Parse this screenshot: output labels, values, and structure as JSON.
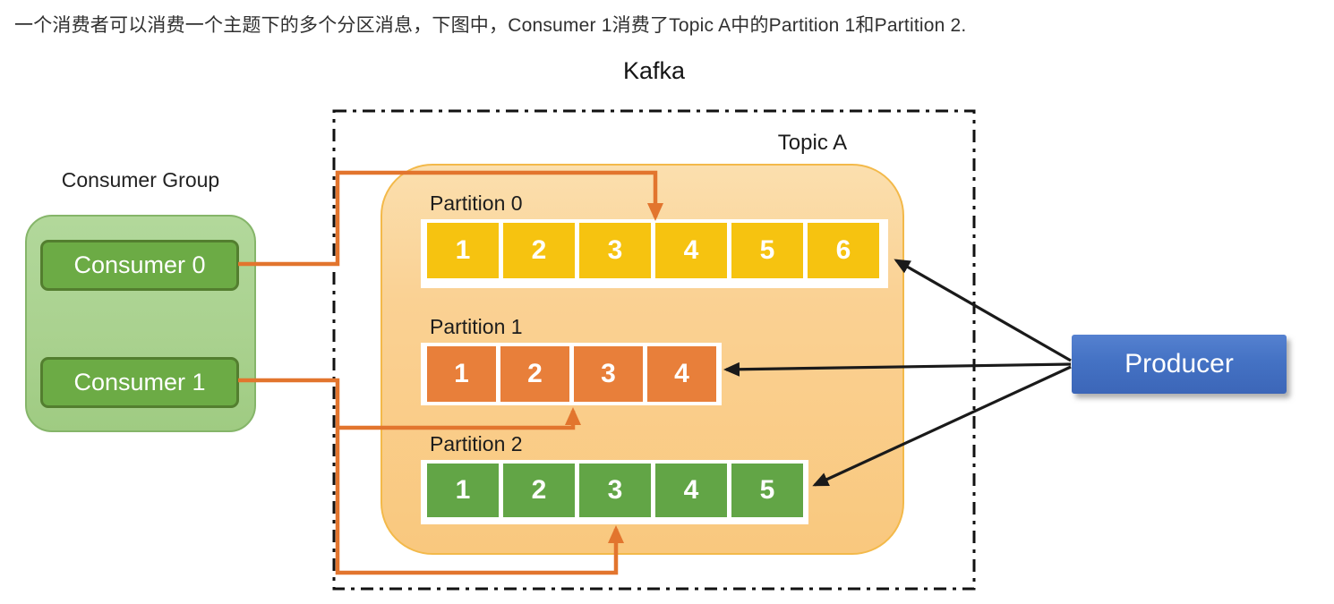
{
  "caption": "一个消费者可以消费一个主题下的多个分区消息，下图中，Consumer 1消费了Topic A中的Partition 1和Partition 2.",
  "kafka": {
    "title": "Kafka",
    "topic": {
      "title": "Topic A",
      "partitions": [
        {
          "label": "Partition 0",
          "cells": [
            "1",
            "2",
            "3",
            "4",
            "5",
            "6"
          ],
          "color": "#F6C310"
        },
        {
          "label": "Partition 1",
          "cells": [
            "1",
            "2",
            "3",
            "4"
          ],
          "color": "#E87F3A"
        },
        {
          "label": "Partition 2",
          "cells": [
            "1",
            "2",
            "3",
            "4",
            "5"
          ],
          "color": "#62A546"
        }
      ]
    }
  },
  "consumer_group": {
    "title": "Consumer Group",
    "consumers": [
      {
        "label": "Consumer 0"
      },
      {
        "label": "Consumer 1"
      }
    ]
  },
  "producer": {
    "label": "Producer"
  },
  "colors": {
    "partition0_cell": "#F6C310",
    "partition1_cell": "#E87F3A",
    "partition2_cell": "#62A546",
    "topic_fill": "#FAD193",
    "topic_border": "#F3B94A",
    "consumer_group_fill": "#A9D18E",
    "consumer_button_fill": "#6CAB45",
    "consumer_button_border": "#537E2F",
    "producer_fill": "#4472C4",
    "consumer_connector": "#E2752E",
    "producer_arrow": "#1a1a1a",
    "kafka_boundary": "#111111"
  }
}
